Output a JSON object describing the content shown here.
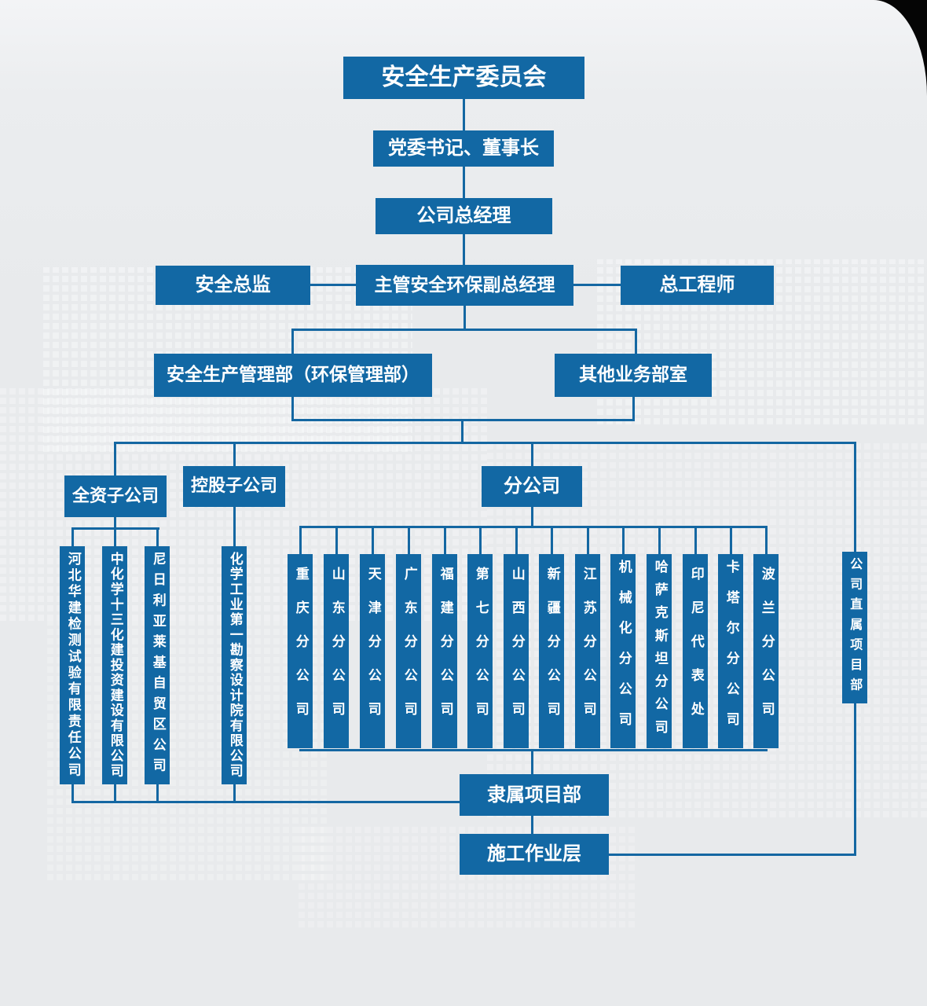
{
  "page": {
    "background_color": "#e8eaec",
    "accent_color": "#1268a4",
    "corner_color": "#050505",
    "text_color": "#ffffff"
  },
  "org_chart": {
    "root": "安全生产委员会",
    "party_secretary_chairman": "党委书记、董事长",
    "general_manager": "公司总经理",
    "safety_director": "安全总监",
    "deputy_gm_safety_env": "主管安全环保副总经理",
    "chief_engineer": "总工程师",
    "safety_production_dept": "安全生产管理部（环保管理部）",
    "other_business_depts": "其他业务部室",
    "wholly_owned_group": "全资子公司",
    "holding_group": "控股子公司",
    "branch_group": "分公司",
    "subordinate_project_dept": "隶属项目部",
    "construction_operation_layer": "施工作业层",
    "direct_project_dept": "公司直属项目部",
    "wholly_owned_subsidiaries": [
      "河北华建检测试验有限责任公司",
      "中化学十三化建投资建设有限公司",
      "尼日利亚莱基自贸区公司"
    ],
    "holding_subsidiaries": [
      "化学工业第一勘察设计院有限公司"
    ],
    "branches": [
      "重庆分公司",
      "山东分公司",
      "天津分公司",
      "广东分公司",
      "福建分公司",
      "第七分公司",
      "山西分公司",
      "新疆分公司",
      "江苏分公司",
      "机械化分公司",
      "哈萨克斯坦分公司",
      "印尼代表处",
      "卡塔尔分公司",
      "波兰分公司"
    ]
  }
}
